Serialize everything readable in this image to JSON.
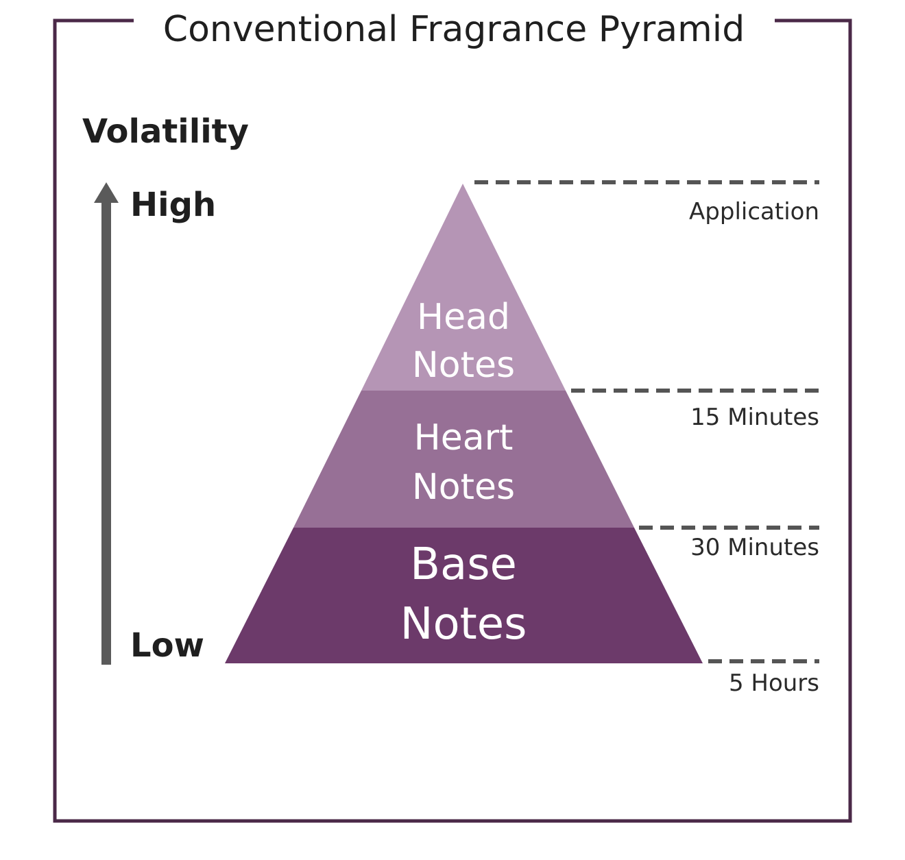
{
  "title": "Conventional Fragrance Pyramid",
  "axis": {
    "label": "Volatility",
    "high": "High",
    "low": "Low"
  },
  "tiers": [
    {
      "line1": "Head",
      "line2": "Notes",
      "color": "#b595b5"
    },
    {
      "line1": "Heart",
      "line2": "Notes",
      "color": "#977096"
    },
    {
      "line1": "Base",
      "line2": "Notes",
      "color": "#6c3a6a"
    }
  ],
  "timeline": [
    {
      "label": "Application"
    },
    {
      "label": "15 Minutes"
    },
    {
      "label": "30 Minutes"
    },
    {
      "label": "5 Hours"
    }
  ],
  "colors": {
    "frame": "#4b2948",
    "arrow": "#5a5a5a",
    "dashes": "#555555"
  }
}
